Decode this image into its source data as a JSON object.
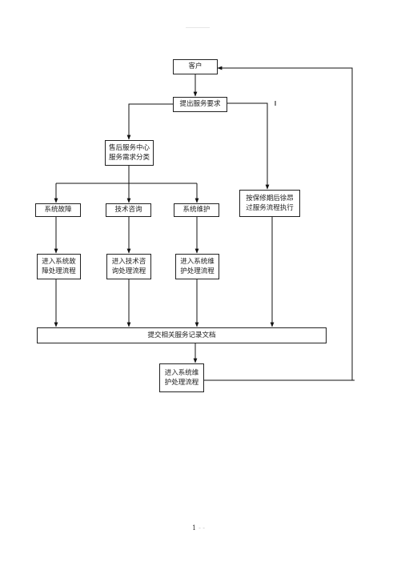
{
  "nodes": {
    "customer": "客户",
    "request": "提出服务要求",
    "center": "售后服务中心\n服务需求分类",
    "fault": "系统故障",
    "consult": "技术咨询",
    "maintain": "系统维护",
    "warranty": "按保修期后徐昂\n过服务流程执行",
    "fault_process": "进入系统故\n障处理流程",
    "consult_process": "进入技术咨\n询处理流程",
    "maintain_process": "进入系统维\n护处理流程",
    "submit": "提交相关服务记录文档",
    "final": "进入系统维\n护处理流程"
  },
  "footer": {
    "page_number": "1",
    "faint_text": "- -"
  }
}
